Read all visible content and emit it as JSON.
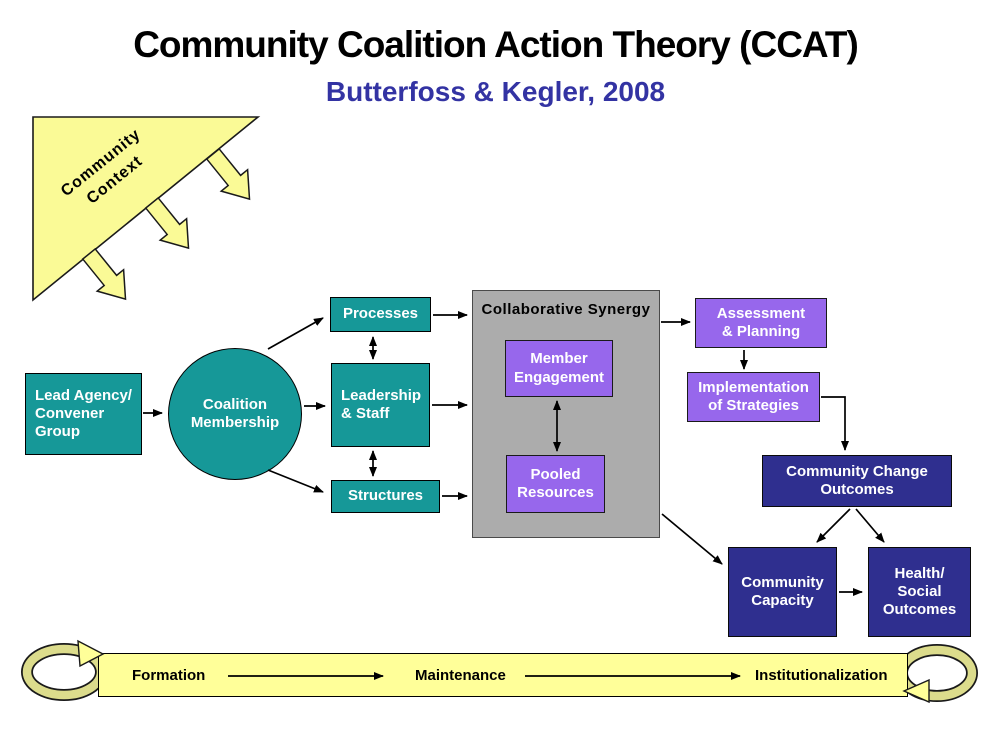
{
  "title": "Community Coalition Action Theory (CCAT)",
  "subtitle": "Butterfoss & Kegler, 2008",
  "community_context": {
    "label": "Community\nContext"
  },
  "nodes": {
    "lead_agency": "Lead Agency/\nConvener\nGroup",
    "coalition_membership": "Coalition\nMembership",
    "processes": "Processes",
    "leadership_staff": "Leadership\n& Staff",
    "structures": "Structures",
    "collaborative_synergy": "Collaborative Synergy",
    "member_engagement": "Member\nEngagement",
    "pooled_resources": "Pooled\nResources",
    "assessment_planning": "Assessment\n& Planning",
    "implementation_strategies": "Implementation\nof Strategies",
    "community_change_outcomes": "Community Change\nOutcomes",
    "community_capacity": "Community\nCapacity",
    "health_social_outcomes": "Health/\nSocial\nOutcomes"
  },
  "timeline": {
    "stages": [
      "Formation",
      "Maintenance",
      "Institutionalization"
    ]
  },
  "colors": {
    "teal": "#169898",
    "purple": "#9767EC",
    "navy": "#2F2F8F",
    "panel_gray": "#ACACAC",
    "yellow": "#FFFF99",
    "loop_band": "#DCDC8C",
    "subtitle_blue": "#3333A3"
  }
}
